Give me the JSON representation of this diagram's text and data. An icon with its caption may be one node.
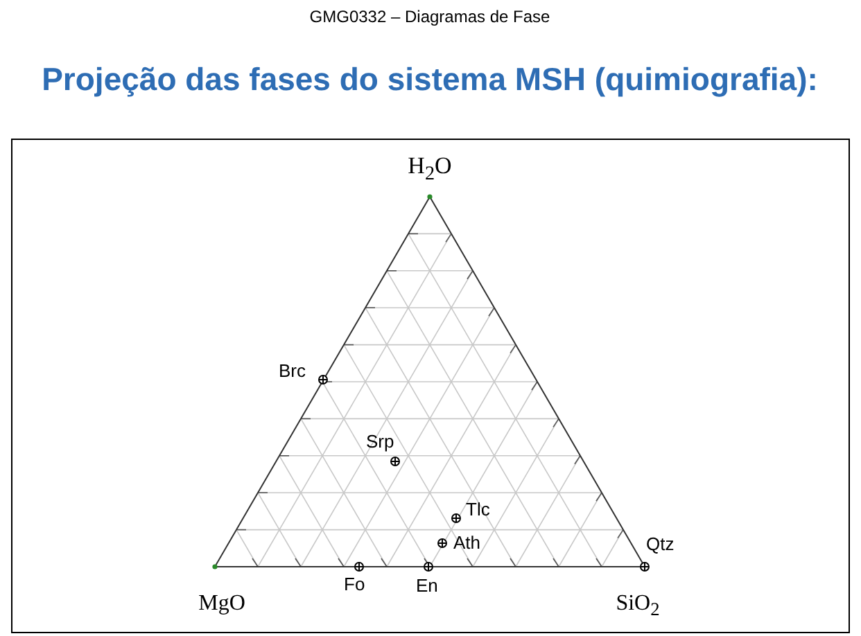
{
  "diagram": {
    "title": "Projeção das fases do sistema MSH (quimiografia):",
    "labels": [
      "GMG0332 – Diagramas de Fase",
      "H$_{2}$O",
      "Brc",
      "Srp",
      "Tlc",
      "Ath",
      "Qtz",
      "MgO",
      "Fo",
      "En",
      "SiO$_{2}$"
    ]
  }
}
